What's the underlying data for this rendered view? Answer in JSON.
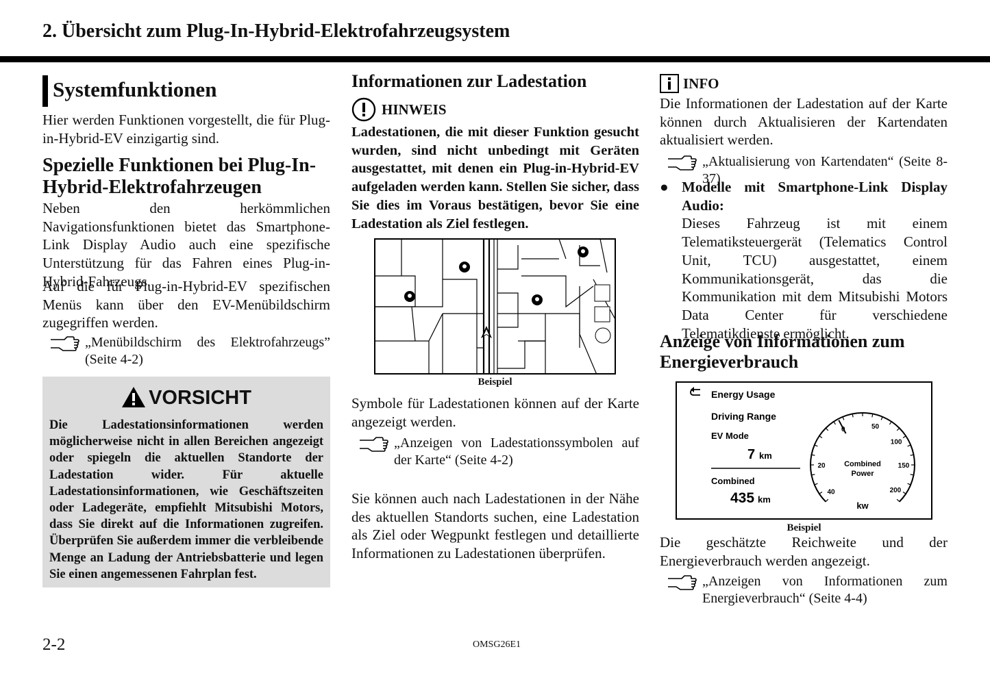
{
  "header": {
    "chapter_title": "2. Übersicht zum Plug-In-Hybrid-Elektrofahrzeugsystem"
  },
  "col1": {
    "title": "Systemfunktionen",
    "intro": "Hier werden Funktionen vorgestellt, die für Plug-in-Hybrid-EV einzigartig sind.",
    "subtitle": "Spezielle Funktionen bei Plug-In-Hybrid-Elektrofahrzeugen",
    "p1": "Neben den herkömmlichen Navigationsfunktionen bietet das Smartphone-Link Display Audio auch eine spezifische Unterstützung für das Fahren eines Plug-in-Hybrid-Fahrzeugs.",
    "p2": "Auf die für Plug-in-Hybrid-EV spezifischen Menüs kann über den EV-Menübildschirm zugegriffen werden.",
    "ref": "„Menübildschirm des Elektrofahrzeugs” (Seite 4-2)",
    "caution_label": "VORSICHT",
    "caution_text": "Die Ladestationsinformationen werden möglicherweise nicht in allen Bereichen angezeigt oder spiegeln die aktuellen Standorte der Ladestation wider. Für aktuelle Ladestationsinformationen, wie Geschäftszeiten oder Ladegeräte, empfiehlt Mitsubishi Motors, dass Sie direkt auf die Informationen zugreifen. Überprüfen Sie außerdem immer die verbleibende Menge an Ladung der Antriebsbatterie und legen Sie einen angemessenen Fahrplan fest."
  },
  "col2": {
    "title": "Informationen zur Ladestation",
    "notice_label": "HINWEIS",
    "notice_text": "Ladestationen, die mit dieser Funktion gesucht wurden, sind nicht unbedingt mit Geräten ausgestattet, mit denen ein Plug-in-Hybrid-EV aufgeladen werden kann. Stellen Sie sicher, dass Sie dies im Voraus bestätigen, bevor Sie eine Ladestation als Ziel festlegen.",
    "map_caption": "Beispiel",
    "p1": "Symbole für Ladestationen können auf der Karte angezeigt werden.",
    "ref": "„Anzeigen von Ladestationssymbolen auf der Karte“ (Seite 4-2)",
    "p2": "Sie können auch nach Ladestationen in der Nähe des aktuellen Standorts suchen, eine Ladestation als Ziel oder Wegpunkt festlegen und detaillierte Informationen zu Ladestationen überprüfen."
  },
  "col3": {
    "info_label": "INFO",
    "info_text": "Die Informationen der Ladestation auf der Karte können durch Aktualisieren der Kartendaten aktualisiert werden.",
    "ref1": "„Aktualisierung von Kartendaten“ (Seite 8-37)",
    "bullet_title": "Modelle mit Smartphone-Link Display Audio:",
    "bullet_text": "Dieses Fahrzeug ist mit einem Telematiksteuergerät (Telematics Control Unit, TCU) ausgestattet, einem Kommunikationsgerät, das die Kommunikation mit dem Mitsubishi Motors Data Center für verschiedene Telematikdienste ermöglicht.",
    "subtitle": "Anzeige von Informationen zum Energieverbrauch",
    "screen": {
      "back_title": "Energy Usage",
      "menu1": "Driving Range",
      "menu2": "EV Mode",
      "ev_value": "7",
      "ev_unit": "km",
      "combined_label": "Combined",
      "combined_value": "435",
      "combined_unit": "km",
      "gauge_label_line1": "Combined",
      "gauge_label_line2": "Power",
      "gauge_unit": "kw",
      "ticks": [
        "0",
        "50",
        "100",
        "150",
        "200",
        "40",
        "20"
      ],
      "needle_value": 0
    },
    "energy_caption": "Beispiel",
    "p1": "Die geschätzte Reichweite und der Energieverbrauch werden angezeigt.",
    "ref2": "„Anzeigen von Informationen zum Energieverbrauch“ (Seite 4-4)"
  },
  "footer": {
    "page_number": "2-2",
    "doc_id": "OMSG26E1"
  }
}
